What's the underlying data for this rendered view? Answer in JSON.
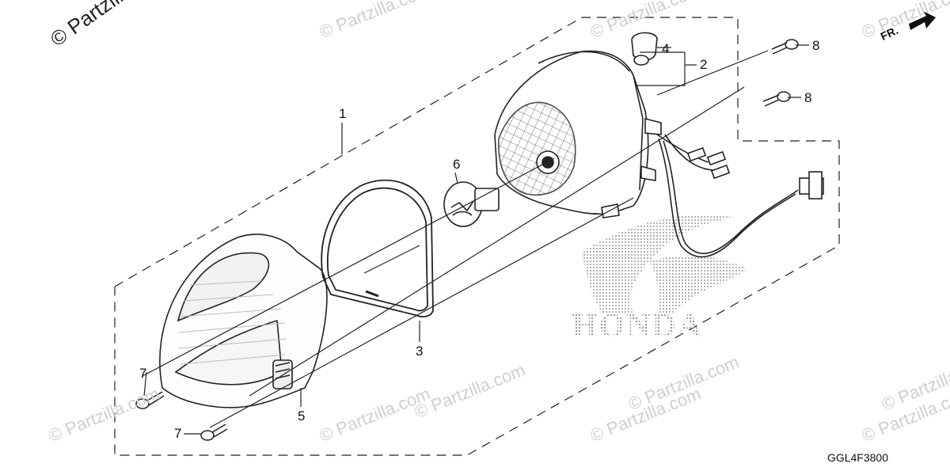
{
  "watermark": {
    "main": "© Partzilla.c",
    "repeat": "© Partzilla.com"
  },
  "direction": {
    "label": "FR."
  },
  "brand": {
    "text": "HONDA"
  },
  "diagram_code": "GGL4F3800",
  "callouts": {
    "c1": "1",
    "c2": "2",
    "c3": "3",
    "c4": "4",
    "c5": "5",
    "c6": "6",
    "c7a": "7",
    "c7b": "7",
    "c8a": "8",
    "c8b": "8"
  }
}
